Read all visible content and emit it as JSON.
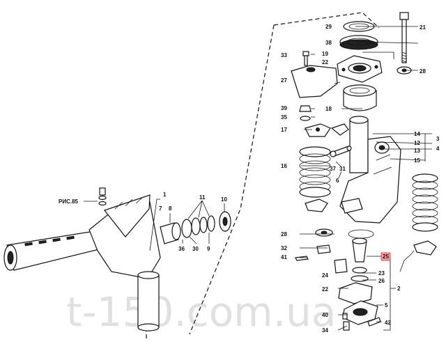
{
  "diagram": {
    "reference_label": "РИС.85",
    "watermark": "t-150.com.ua",
    "highlight_color": "#ff9aa2",
    "callouts": [
      {
        "id": "c29",
        "text": "29"
      },
      {
        "id": "c21",
        "text": "21"
      },
      {
        "id": "c38",
        "text": "38"
      },
      {
        "id": "c33",
        "text": "33"
      },
      {
        "id": "c19",
        "text": "19"
      },
      {
        "id": "c22a",
        "text": "22"
      },
      {
        "id": "c28a",
        "text": "28"
      },
      {
        "id": "c27",
        "text": "27"
      },
      {
        "id": "c18",
        "text": "18"
      },
      {
        "id": "c39",
        "text": "39"
      },
      {
        "id": "c35",
        "text": "35"
      },
      {
        "id": "c17",
        "text": "17"
      },
      {
        "id": "c14",
        "text": "14"
      },
      {
        "id": "c3",
        "text": "3"
      },
      {
        "id": "c12",
        "text": "12"
      },
      {
        "id": "c4",
        "text": "4"
      },
      {
        "id": "c13",
        "text": "13"
      },
      {
        "id": "c15",
        "text": "15"
      },
      {
        "id": "c16",
        "text": "16"
      },
      {
        "id": "c37",
        "text": "37"
      },
      {
        "id": "c31",
        "text": "31"
      },
      {
        "id": "c6",
        "text": "6"
      },
      {
        "id": "c1",
        "text": "1"
      },
      {
        "id": "c7",
        "text": "7"
      },
      {
        "id": "c8",
        "text": "8"
      },
      {
        "id": "c11",
        "text": "11"
      },
      {
        "id": "c10",
        "text": "10"
      },
      {
        "id": "c36",
        "text": "36"
      },
      {
        "id": "c30",
        "text": "30"
      },
      {
        "id": "c9",
        "text": "9"
      },
      {
        "id": "c28b",
        "text": "28"
      },
      {
        "id": "c32",
        "text": "32"
      },
      {
        "id": "c41",
        "text": "41"
      },
      {
        "id": "c25",
        "text": "25"
      },
      {
        "id": "c24",
        "text": "24"
      },
      {
        "id": "c23",
        "text": "23"
      },
      {
        "id": "c26",
        "text": "26"
      },
      {
        "id": "c22b",
        "text": "22"
      },
      {
        "id": "c2",
        "text": "2"
      },
      {
        "id": "c5",
        "text": "5"
      },
      {
        "id": "c40",
        "text": "40"
      },
      {
        "id": "c34",
        "text": "34"
      },
      {
        "id": "c42",
        "text": "42"
      }
    ]
  }
}
